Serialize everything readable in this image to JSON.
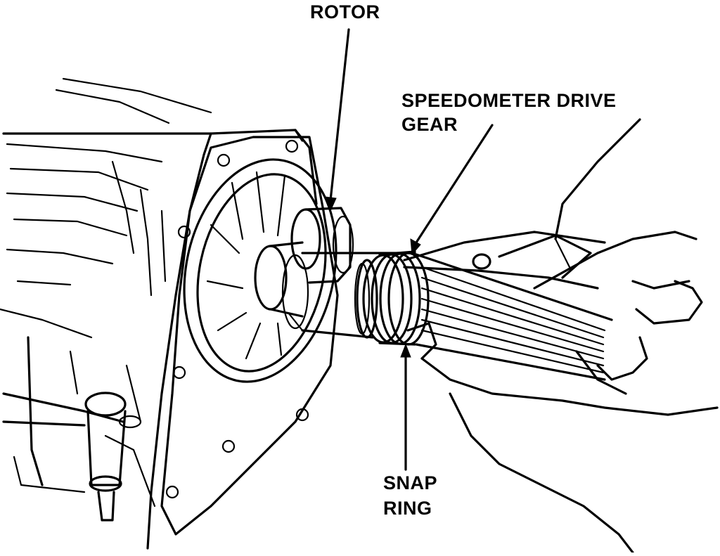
{
  "labels": {
    "rotor": "ROTOR",
    "speedometer_drive_gear_line1": "SPEEDOMETER DRIVE",
    "speedometer_drive_gear_line2": "GEAR",
    "snap_ring_line1": "SNAP",
    "snap_ring_line2": "RING"
  },
  "colors": {
    "ink": "#000000",
    "paper": "#ffffff"
  }
}
